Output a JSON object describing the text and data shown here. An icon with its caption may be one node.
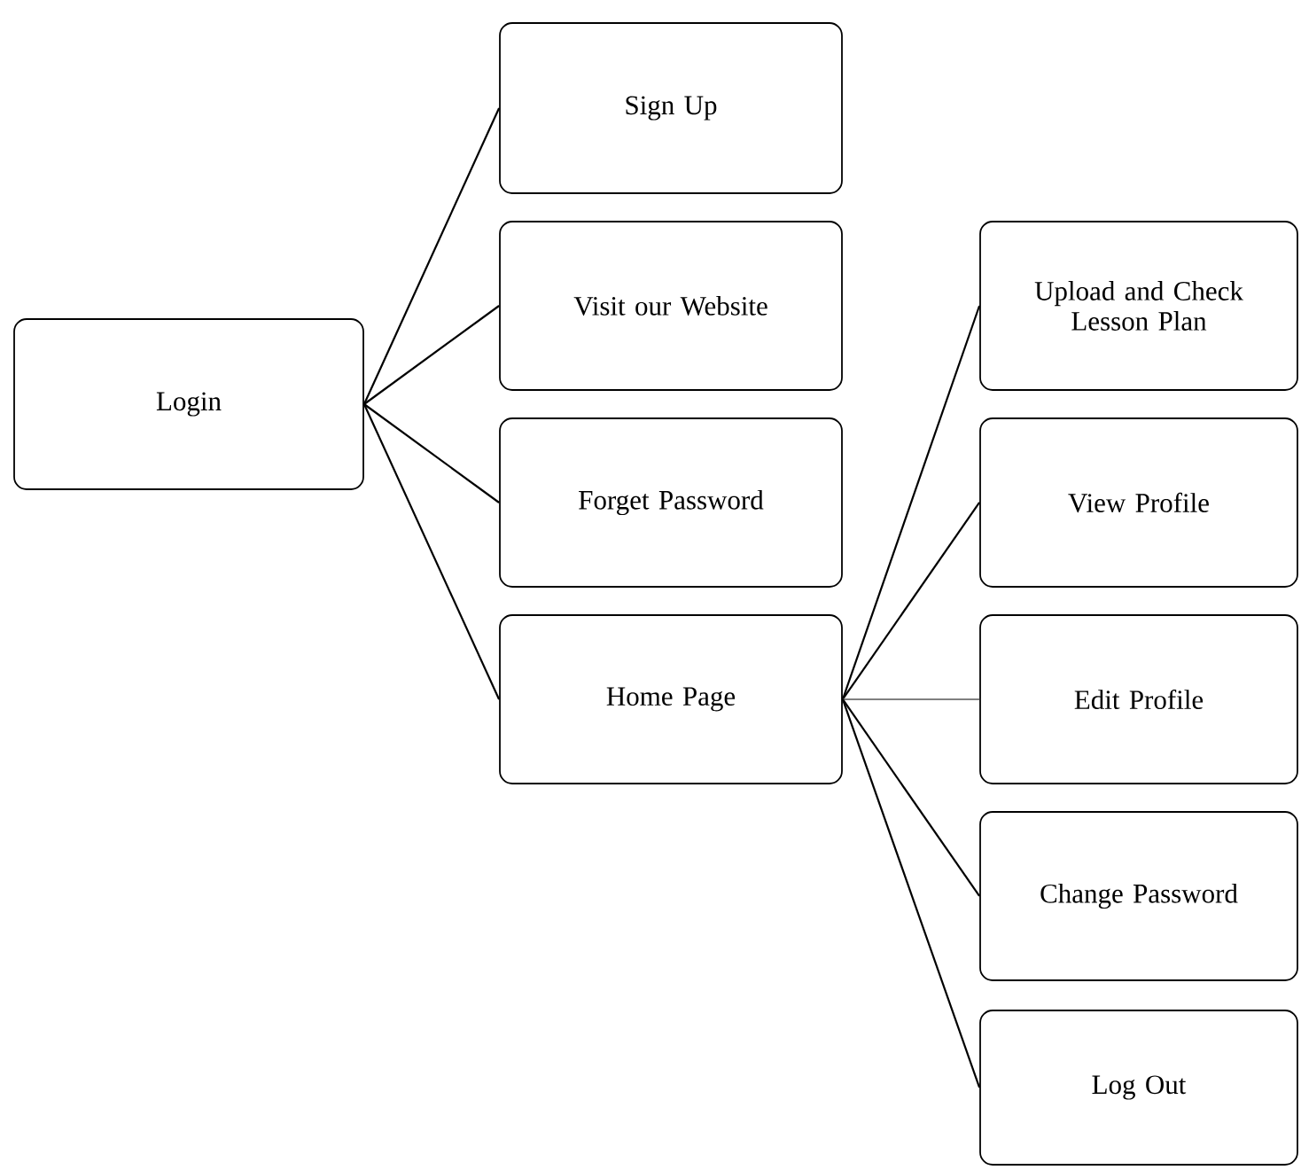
{
  "diagram": {
    "nodes": [
      {
        "text": [
          "Login"
        ]
      },
      {
        "text": [
          "Sign Up"
        ]
      },
      {
        "text": [
          "Visit our Website"
        ]
      },
      {
        "text": [
          "Forget Password"
        ]
      },
      {
        "text": [
          "Home Page"
        ]
      },
      {
        "text": [
          "Upload and Check Lesson Plan"
        ]
      },
      {
        "text": [
          "View Profile"
        ]
      },
      {
        "text": [
          "Edit Profile"
        ]
      },
      {
        "text": [
          "Change Password"
        ]
      },
      {
        "text": [
          "Log Out"
        ]
      }
    ],
    "edges": [
      {
        "from": 0,
        "to": 1,
        "arrow": "none"
      },
      {
        "from": 0,
        "to": 2,
        "arrow": "none"
      },
      {
        "from": 0,
        "to": 3,
        "arrow": "none"
      },
      {
        "from": 0,
        "to": 4,
        "arrow": "none"
      },
      {
        "from": 4,
        "to": 5,
        "arrow": "none"
      },
      {
        "from": 4,
        "to": 6,
        "arrow": "none"
      },
      {
        "from": 4,
        "to": 7,
        "arrow": "none",
        "color": "#808080"
      },
      {
        "from": 4,
        "to": 8,
        "arrow": "none"
      },
      {
        "from": 4,
        "to": 9,
        "arrow": "none"
      }
    ]
  }
}
